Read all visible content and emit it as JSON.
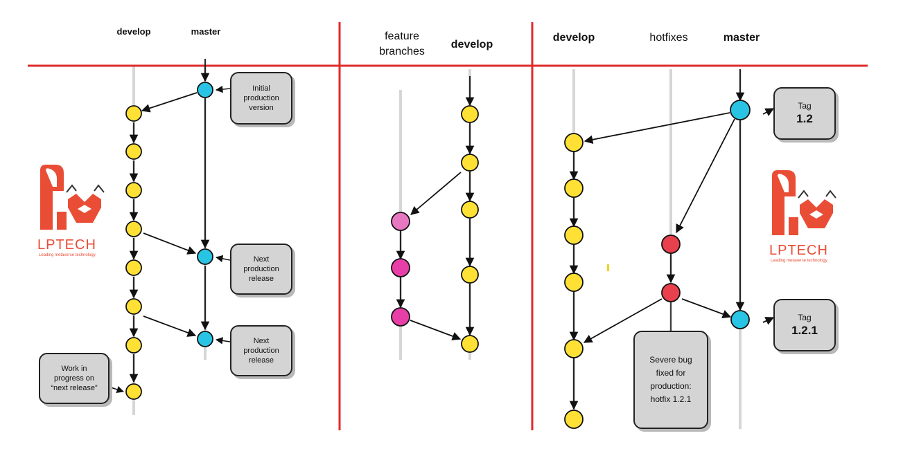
{
  "columns": {
    "panel1": {
      "develop": "develop",
      "master": "master"
    },
    "panel2": {
      "feature": "feature",
      "branches": "branches",
      "develop": "develop"
    },
    "panel3": {
      "develop": "develop",
      "hotfixes": "hotfixes",
      "master": "master"
    }
  },
  "callouts": {
    "initial": [
      "Initial",
      "production",
      "version"
    ],
    "next1": [
      "Next",
      "production",
      "release"
    ],
    "next2": [
      "Next",
      "production",
      "release"
    ],
    "wip": [
      "Work in",
      "progress on",
      "“next release”"
    ],
    "tag12": {
      "label": "Tag",
      "version": "1.2"
    },
    "tag121": {
      "label": "Tag",
      "version": "1.2.1"
    },
    "hotfix": [
      "Severe bug",
      "fixed for",
      "production:",
      "hotfix 1.2.1"
    ]
  },
  "logo": {
    "wordmark": "LPTECH",
    "tagline": "Leading metaverse technology"
  },
  "colors": {
    "develop": "#ffe135",
    "master": "#29c4e4",
    "feature": "#e83ea8",
    "hotfix": "#e8414d",
    "divider": "#e02a2a",
    "logo": "#ea4d36"
  }
}
